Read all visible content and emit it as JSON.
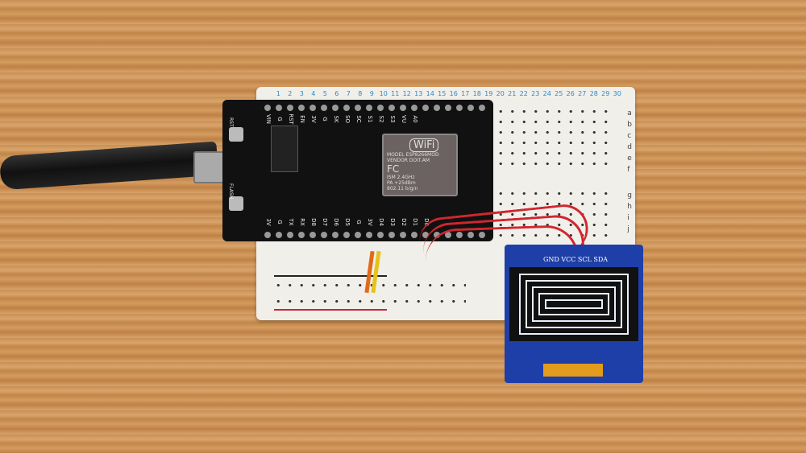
{
  "breadboard": {
    "columns": [
      "1",
      "2",
      "3",
      "4",
      "5",
      "6",
      "7",
      "8",
      "9",
      "10",
      "11",
      "12",
      "13",
      "14",
      "15",
      "16",
      "17",
      "18",
      "19",
      "20",
      "21",
      "22",
      "23",
      "24",
      "25",
      "26",
      "27",
      "28",
      "29",
      "30"
    ],
    "rows_top": [
      "a",
      "b",
      "c",
      "d",
      "e",
      "f"
    ],
    "rows_bottom": [
      "g",
      "h",
      "i",
      "j"
    ]
  },
  "nodemcu": {
    "top_pins": [
      "VIN",
      "G",
      "RST",
      "EN",
      "3V",
      "G",
      "SK",
      "SO",
      "SC",
      "S1",
      "S2",
      "S3",
      "VU",
      "A0"
    ],
    "bottom_pins": [
      "3V",
      "G",
      "TX",
      "RX",
      "D8",
      "D7",
      "D6",
      "D5",
      "G",
      "3V",
      "D4",
      "D3",
      "D2",
      "D1",
      "D0"
    ],
    "button_rst": "RST",
    "button_flash": "FLASH",
    "module": {
      "logo": "WiFi",
      "model": "MODEL ESP8266MOD",
      "vendor": "VENDOR DOIT.AM",
      "ism": "ISM 2.4GHz",
      "pa": "PA +25dBm",
      "std": "802.11 b/g/n",
      "cert": "FC"
    }
  },
  "oled": {
    "pins": "GND VCC SCL SDA"
  },
  "colors": {
    "wire": "#d1262f",
    "board": "#111111",
    "oled_pcb": "#1f3fa8",
    "breadboard": "#f1efe9"
  }
}
